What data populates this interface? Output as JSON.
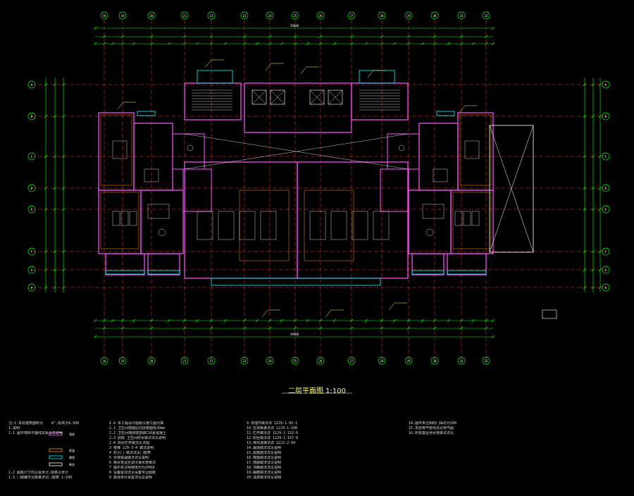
{
  "drawing": {
    "title": "二层平面图 1:100",
    "colors": {
      "background": "#000000",
      "grid": "#ff3333",
      "dimension": "#00ff00",
      "wall": "#ff55ff",
      "window": "#00ffff",
      "furniture": "#ffffff",
      "text": "#ffff66",
      "hatch": "#ff9900"
    },
    "axis_bubbles_top": [
      "18",
      "19",
      "20",
      "21",
      "22",
      "23",
      "24",
      "25",
      "26",
      "27",
      "28",
      "29",
      "30",
      "31",
      "32"
    ],
    "axis_bubbles_left": [
      "A",
      "B",
      "C",
      "D",
      "E",
      "F",
      "G",
      "H"
    ],
    "axis_bubbles_right": [
      "A",
      "B",
      "C",
      "D",
      "E",
      "F",
      "G",
      "H"
    ],
    "top_total_dim": "39600",
    "bottom_total_dim": "39600"
  },
  "notes": {
    "col1": [
      "注:1.本层建筑面积为    m²,标高为4.500",
      "1.说明",
      "1.1 图中墙体与轴线关系见总说明",
      "",
      "",
      "",
      "",
      "",
      "",
      "",
      "1.2 图纸尺寸均以毫米计,标高以米计",
      "1.3 门窗编号及数量详见门窗表 1:100"
    ],
    "col2": [
      "1.4 本工程设计图纸以施工图为准",
      "2.1 卫生间楼面比同层楼面低20mm",
      "2.2 卫生间墙体底部做C20素混凝土",
      "2.3 厨房 卫生间防水做法详见说明",
      "2.4 阳台栏杆做法见详图",
      "3 楼梯 2J9-3-4 做法说明",
      "4 防火门 做法详见门窗表",
      "5 外墙保温做法详见说明",
      "6 雨水管及空调冷凝水管做法",
      "7 图中未注明墙体均为200厚",
      "8 设备留洞详见设备专业图纸",
      "9 其他未尽事宜详见总说明"
    ],
    "col3": [
      "9.预埋件做法详 12J9-1-95-1",
      "10.空调板做法详 12J9-1-100",
      "11.栏杆做法详 12J9-1-152-6",
      "12.阳台做法详 12J9-1-157-8",
      "13.排风道做法详 12J2-2-94",
      "14.烟道做法详见说明",
      "15.屋面做法详见说明",
      "16.楼面做法详见说明",
      "17.墙面做法详见说明",
      "18.顶棚做法详见说明",
      "19.踢脚做法详见说明",
      "20.油漆做法详见说明"
    ],
    "col4": [
      "14.图中未注明的门垛均为100",
      "15.本层电气管线详见电气图",
      "16.所有露台泄水管做法详见",
      "",
      "",
      "",
      "",
      "",
      "",
      "",
      "",
      ""
    ],
    "legend": [
      "墙体",
      "保温",
      "隔墙",
      "砌块"
    ]
  }
}
